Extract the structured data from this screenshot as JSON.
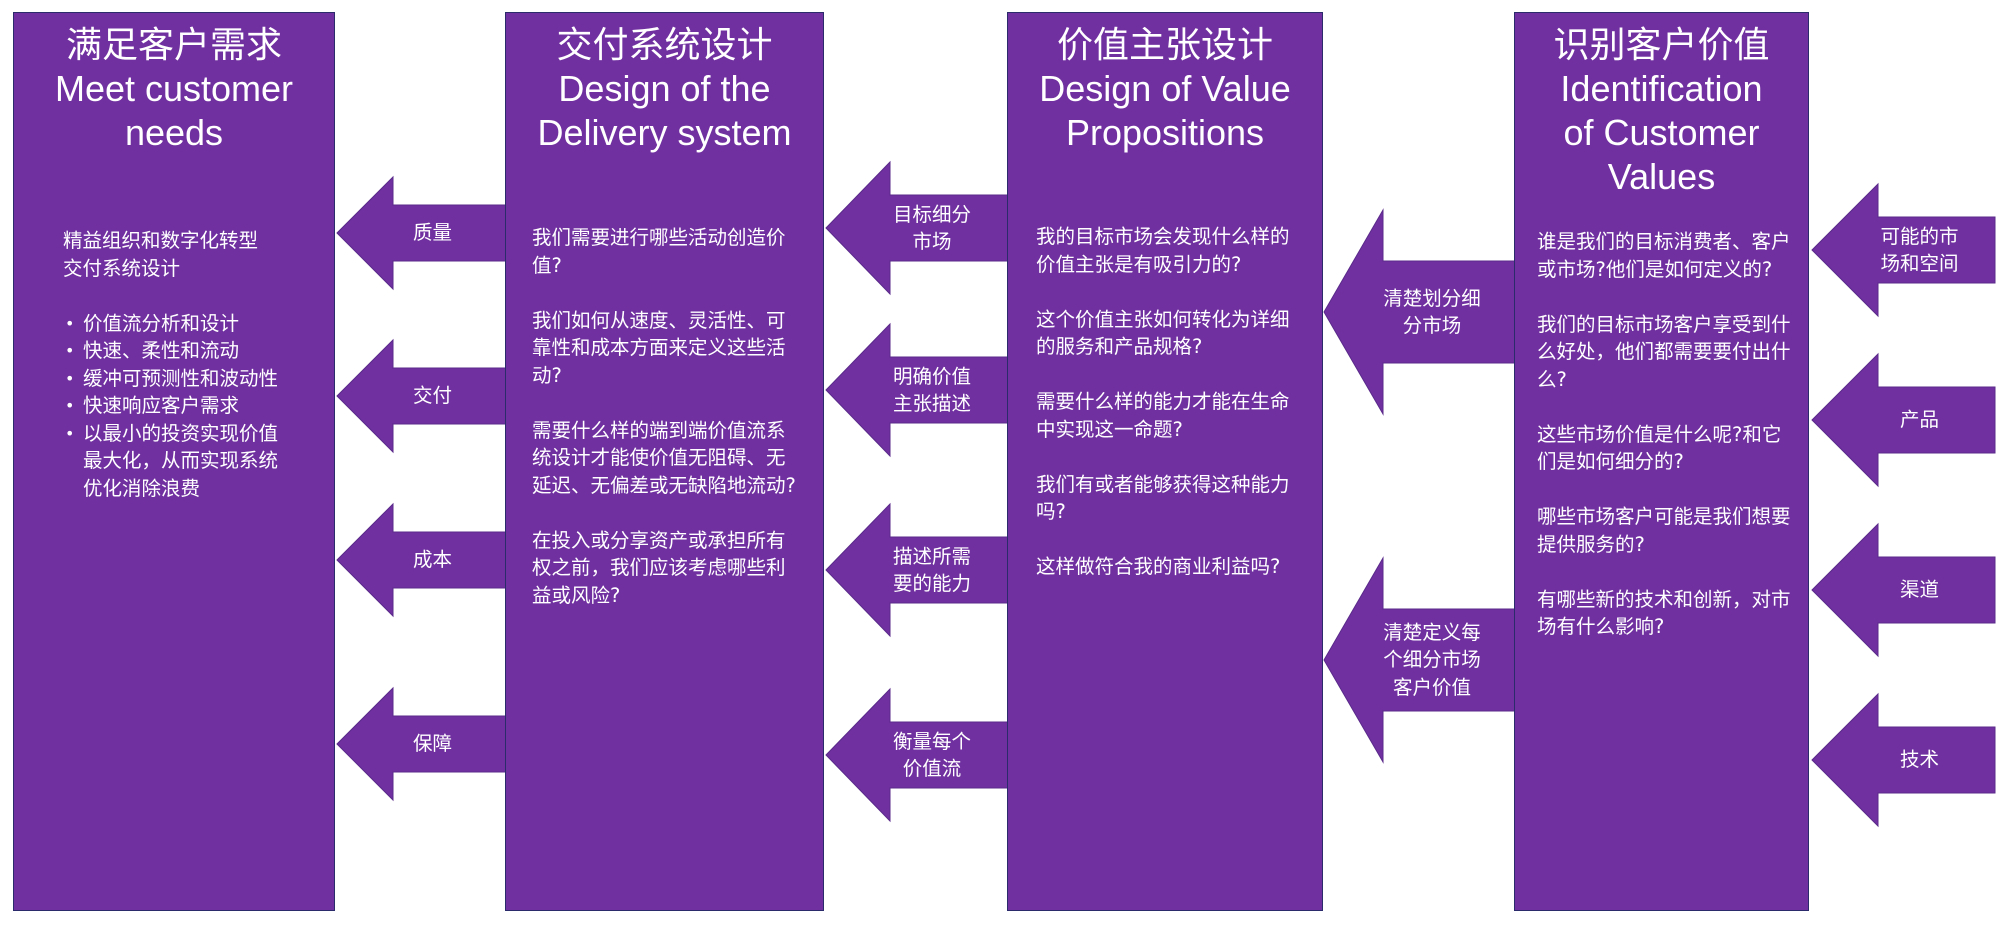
{
  "colors": {
    "box_fill": "#7030A0",
    "box_border": "#2B2A6B",
    "text": "#FFFFFF",
    "background": "#FFFFFF"
  },
  "columns": [
    {
      "id": "meet-customer-needs",
      "title_zh": "满足客户需求",
      "title_en_lines": [
        "Meet customer",
        "needs"
      ],
      "intro_lines": [
        "精益组织和数字化转型",
        "交付系统设计"
      ],
      "bullets": [
        "价值流分析和设计",
        "快速、柔性和流动",
        "缓冲可预测性和波动性",
        "快速响应客户需求",
        "以最小的投资实现价值最大化，从而实现系统优化消除浪费"
      ]
    },
    {
      "id": "delivery-system",
      "title_zh": "交付系统设计",
      "title_en_lines": [
        "Design of the",
        "Delivery system"
      ],
      "paragraphs": [
        "我们需要进行哪些活动创造价值?",
        "我们如何从速度、灵活性、可靠性和成本方面来定义这些活动?",
        "需要什么样的端到端价值流系统设计才能使价值无阻碍、无延迟、无偏差或无缺陷地流动?",
        "在投入或分享资产或承担所有权之前，我们应该考虑哪些利益或风险?"
      ]
    },
    {
      "id": "value-propositions",
      "title_zh": "价值主张设计",
      "title_en_lines": [
        "Design of  Value",
        "Propositions"
      ],
      "paragraphs": [
        "我的目标市场会发现什么样的价值主张是有吸引力的?",
        "这个价值主张如何转化为详细的服务和产品规格?",
        "需要什么样的能力才能在生命中实现这一命题?",
        "我们有或者能够获得这种能力吗?",
        "这样做符合我的商业利益吗?"
      ]
    },
    {
      "id": "customer-values",
      "title_zh": "识别客户价值",
      "title_en_lines": [
        "Identification",
        "of Customer",
        "Values"
      ],
      "paragraphs": [
        "谁是我们的目标消费者、客户或市场?他们是如何定义的?",
        "我们的目标市场客户享受到什么好处，他们都需要要付出什么?",
        "这些市场价值是什么呢?和它们是如何细分的?",
        "哪些市场客户可能是我们想要提供服务的?",
        "有哪些新的技术和创新，对市场有什么影响?"
      ]
    }
  ],
  "arrows": {
    "col2_to_col1": [
      {
        "label_lines": [
          "质量"
        ]
      },
      {
        "label_lines": [
          "交付"
        ]
      },
      {
        "label_lines": [
          "成本"
        ]
      },
      {
        "label_lines": [
          "保障"
        ]
      }
    ],
    "col3_to_col2": [
      {
        "label_lines": [
          "目标细分",
          "市场"
        ]
      },
      {
        "label_lines": [
          "明确价值",
          "主张描述"
        ]
      },
      {
        "label_lines": [
          "描述所需",
          "要的能力"
        ]
      },
      {
        "label_lines": [
          "衡量每个",
          "价值流"
        ]
      }
    ],
    "col4_to_col3": [
      {
        "label_lines": [
          "清楚划分细",
          "分市场"
        ]
      },
      {
        "label_lines": [
          "清楚定义每",
          "个细分市场",
          "客户价值"
        ]
      }
    ],
    "inputs_to_col4": [
      {
        "label_lines": [
          "可能的市",
          "场和空间"
        ]
      },
      {
        "label_lines": [
          "产品"
        ]
      },
      {
        "label_lines": [
          "渠道"
        ]
      },
      {
        "label_lines": [
          "技术"
        ]
      }
    ]
  }
}
